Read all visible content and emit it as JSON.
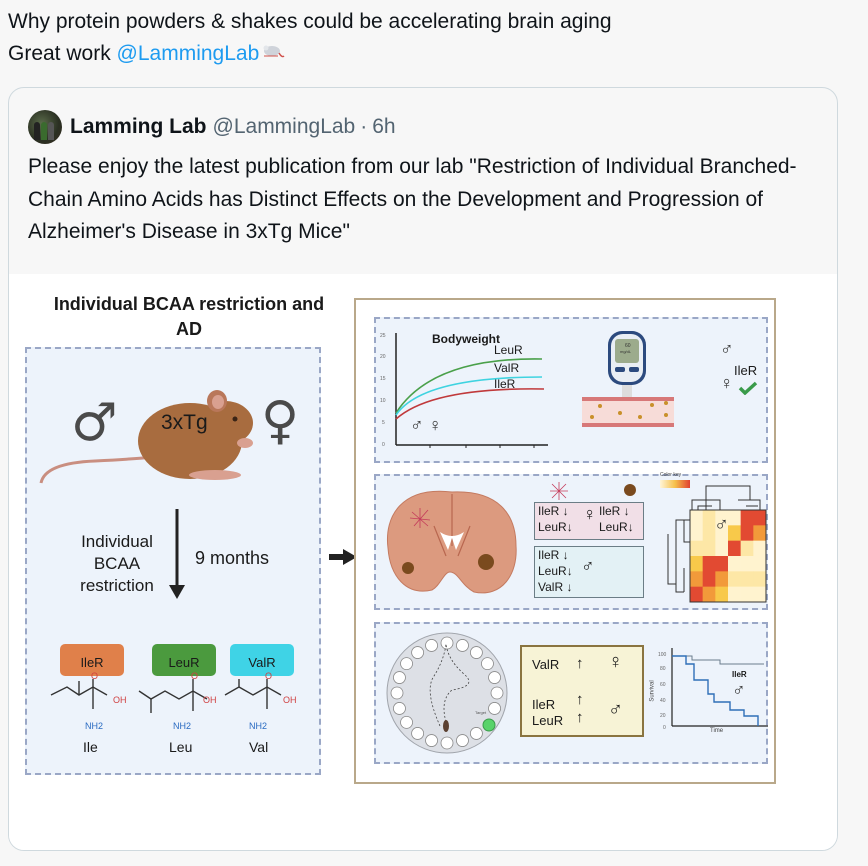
{
  "tweet": {
    "line1": "Why protein powders & shakes could be accelerating brain aging",
    "line2_prefix": "Great work ",
    "mention": "@LammingLab",
    "emoji_icon": "mouse-emoji"
  },
  "quoted_tweet": {
    "author_name": "Lamming Lab",
    "author_handle": "@LammingLab",
    "separator": "·",
    "time": "6h",
    "body": "Please enjoy the latest publication from our lab \"Restriction of Individual Branched-Chain Amino Acids has Distinct  Effects on the Development and Progression of Alzheimer's Disease in  3xTg Mice\""
  },
  "figure": {
    "title": "Individual BCAA restriction and AD",
    "left_panel": {
      "male_symbol": "♂",
      "female_symbol": "♀",
      "mouse_label": "3xTg",
      "restriction_label_1": "Individual",
      "restriction_label_2": "BCAA",
      "restriction_label_3": "restriction",
      "duration": "9 months",
      "amino_acids": [
        {
          "diet": "IleR",
          "name": "Ile",
          "color": "#e0804a"
        },
        {
          "diet": "LeuR",
          "name": "Leu",
          "color": "#4b9a3e"
        },
        {
          "diet": "ValR",
          "name": "Val",
          "color": "#3fd3e6"
        }
      ],
      "chem_o": "O",
      "chem_oh": "OH",
      "chem_nh2": "NH2"
    },
    "bodyweight_panel": {
      "title": "Bodyweight",
      "y_ticks": [
        "25",
        "20",
        "15",
        "10",
        "5",
        "0"
      ],
      "series": [
        {
          "name": "LeuR",
          "color": "#4aa04a"
        },
        {
          "name": "ValR",
          "color": "#3fd3e0"
        },
        {
          "name": "IleR",
          "color": "#c0393b"
        }
      ],
      "sex_symbols": "♂ ♀"
    },
    "glucose_panel": {
      "meter_reading": "60",
      "meter_unit": "mg/dL",
      "male_symbol": "♂",
      "female_symbol": "♀",
      "diet_label": "IleR",
      "check_icon": "check-icon"
    },
    "brain_panel": {
      "female_box": {
        "left": [
          "IleR ↓",
          "LeuR↓"
        ],
        "symbol": "♀",
        "right": [
          "IleR ↓",
          "LeuR↓"
        ]
      },
      "male_box": {
        "lines": [
          "IleR ↓",
          "LeuR↓",
          "ValR ↓"
        ],
        "symbol": "♂"
      },
      "color_key_label": "Color key",
      "heatmap_symbol": "♂"
    },
    "behavior_panel": {
      "target_label": "Target",
      "female_row": {
        "diet": "ValR",
        "arrow": "↑",
        "symbol": "♀"
      },
      "male_rows": [
        {
          "diet": "IleR",
          "arrow": "↑"
        },
        {
          "diet": "LeuR",
          "arrow": "↑"
        }
      ],
      "male_symbol": "♂"
    },
    "survival_panel": {
      "y_label": "Survival",
      "x_label": "Time",
      "y_ticks": [
        "100",
        "80",
        "60",
        "40",
        "20",
        "0"
      ],
      "diet_label": "IleR",
      "symbol": "♂"
    }
  }
}
